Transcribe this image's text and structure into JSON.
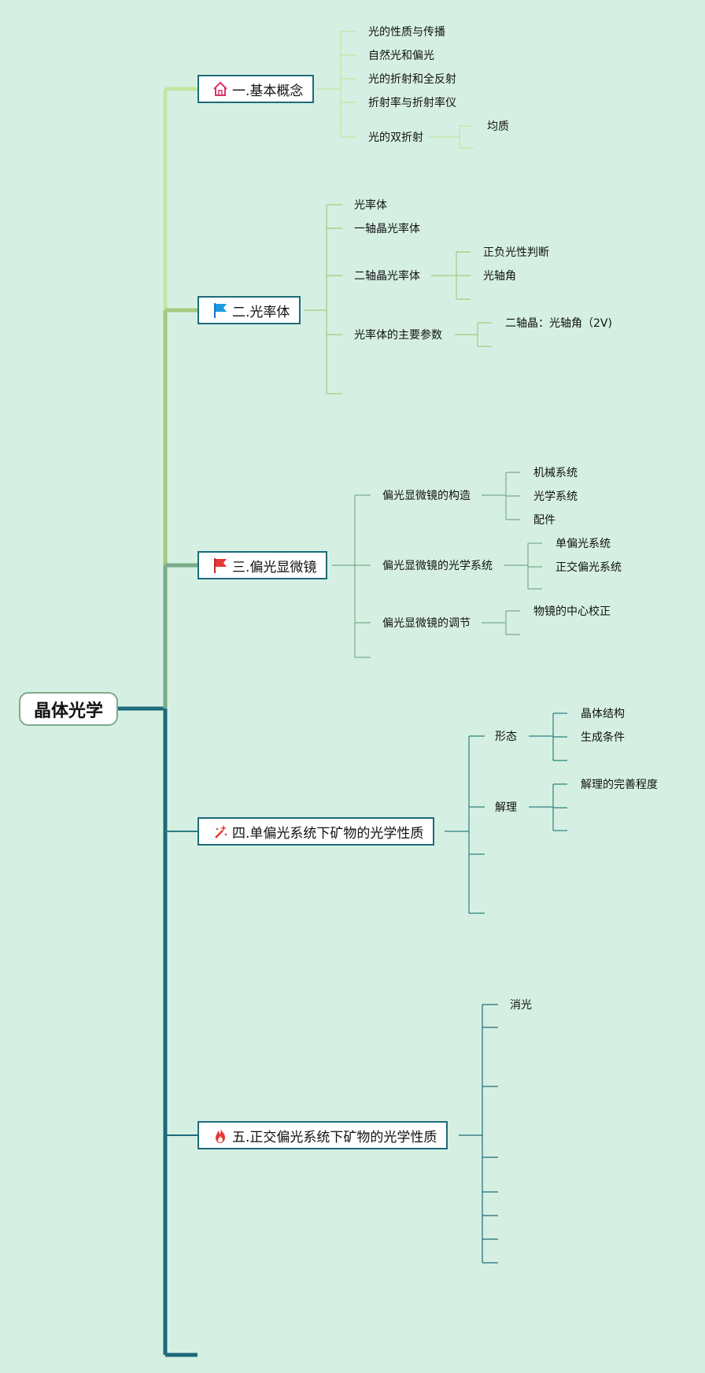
{
  "root": {
    "label": "晶体光学"
  },
  "branches": [
    {
      "label": "一.基本概念",
      "icon": "home-icon",
      "children": [
        {
          "label": "光的性质与传播"
        },
        {
          "label": "自然光和偏光"
        },
        {
          "label": "光的折射和全反射"
        },
        {
          "label": "折射率与折射率仪"
        },
        {
          "label": "光的双折射",
          "children": [
            {
              "label": "均质"
            }
          ]
        }
      ]
    },
    {
      "label": "二.光率体",
      "icon": "blue-flag-icon",
      "children": [
        {
          "label": "光率体"
        },
        {
          "label": "一轴晶光率体"
        },
        {
          "label": "二轴晶光率体",
          "children": [
            {
              "label": "正负光性判断"
            },
            {
              "label": "光轴角"
            }
          ]
        },
        {
          "label": "光率体的主要参数",
          "children": [
            {
              "label": "二轴晶：光轴角（2V)"
            }
          ]
        }
      ]
    },
    {
      "label": "三.偏光显微镜",
      "icon": "red-flag-icon",
      "children": [
        {
          "label": "偏光显微镜的构造",
          "children": [
            {
              "label": "机械系统"
            },
            {
              "label": "光学系统"
            },
            {
              "label": "配件"
            }
          ]
        },
        {
          "label": "偏光显微镜的光学系统",
          "children": [
            {
              "label": "单偏光系统"
            },
            {
              "label": "正交偏光系统"
            }
          ]
        },
        {
          "label": "偏光显微镜的调节",
          "children": [
            {
              "label": "物镜的中心校正"
            }
          ]
        }
      ]
    },
    {
      "label": "四.单偏光系统下矿物的光学性质",
      "icon": "sparkle-wand-icon",
      "children": [
        {
          "label": "形态",
          "children": [
            {
              "label": "晶体结构"
            },
            {
              "label": "生成条件"
            }
          ]
        },
        {
          "label": "解理",
          "children": [
            {
              "label": "解理的完善程度"
            }
          ]
        }
      ]
    },
    {
      "label": "五.正交偏光系统下矿物的光学性质",
      "icon": "fire-icon",
      "children": [
        {
          "label": "消光"
        }
      ]
    }
  ],
  "colors": {
    "background": "#d5f0e3",
    "branch1": "#c5e4a3",
    "branch2": "#a5c97e",
    "branch3": "#79ad8a",
    "branch4": "#2f7f82",
    "branch5": "#1d6b7a",
    "trunk": "#1d6b7a"
  }
}
